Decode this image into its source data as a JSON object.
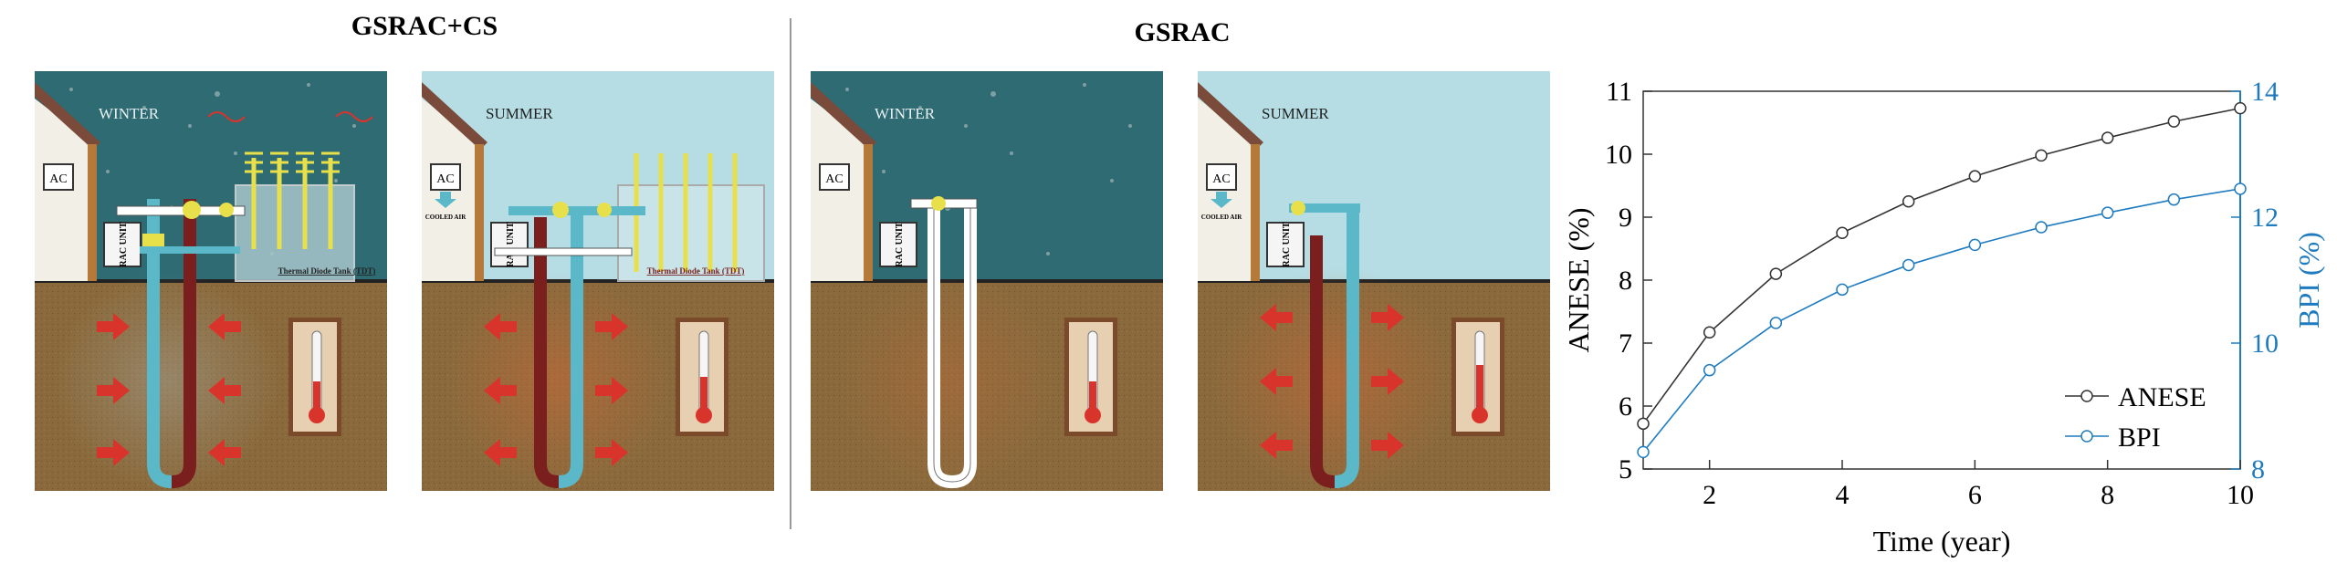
{
  "headings": {
    "left": "GSRAC+CS",
    "right": "GSRAC"
  },
  "panels": [
    {
      "season": "WINTER",
      "tank_label": "Thermal Diode Tank (TDT)",
      "ac_label": "AC",
      "unit_label": "RAC UNIT"
    },
    {
      "season": "SUMMER",
      "tank_label": "Thermal Diode Tank (TDT)",
      "ac_label": "AC",
      "unit_label": "RAC UNIT",
      "air_label": "COOLED AIR"
    },
    {
      "season": "WINTER",
      "ac_label": "AC",
      "unit_label": "RAC UNIT"
    },
    {
      "season": "SUMMER",
      "ac_label": "AC",
      "unit_label": "RAC UNIT",
      "air_label": "COOLED AIR"
    }
  ],
  "colors": {
    "winter_sky": "#2e6b73",
    "summer_sky": "#b5dde3",
    "soil": "#8a6a3c",
    "pipe_hot": "#7a1e1e",
    "pipe_cold": "#5bb8c8",
    "arrow": "#d9342b",
    "anese": "#333333",
    "bpi": "#1f7bbf"
  },
  "chart_data": {
    "type": "line",
    "x": [
      1,
      2,
      3,
      4,
      5,
      6,
      7,
      8,
      9,
      10
    ],
    "xlabel": "Time (year)",
    "ylabel": "ANESE (%)",
    "y2label": "BPI (%)",
    "xlim": [
      1,
      10
    ],
    "ylim": [
      5,
      11
    ],
    "y2lim": [
      8,
      14
    ],
    "xticks": [
      "2",
      "4",
      "6",
      "8",
      "10"
    ],
    "yticks": [
      "5",
      "6",
      "7",
      "8",
      "9",
      "10",
      "11"
    ],
    "y2ticks": [
      "8",
      "10",
      "12",
      "14"
    ],
    "legend_position": "bottom-right",
    "series": [
      {
        "name": "ANESE",
        "axis": "left",
        "values": [
          5.72,
          7.17,
          8.1,
          8.75,
          9.25,
          9.65,
          9.98,
          10.26,
          10.52,
          10.73
        ]
      },
      {
        "name": "BPI",
        "axis": "right",
        "values": [
          8.27,
          9.57,
          10.32,
          10.85,
          11.24,
          11.56,
          11.84,
          12.07,
          12.28,
          12.45
        ]
      }
    ]
  }
}
